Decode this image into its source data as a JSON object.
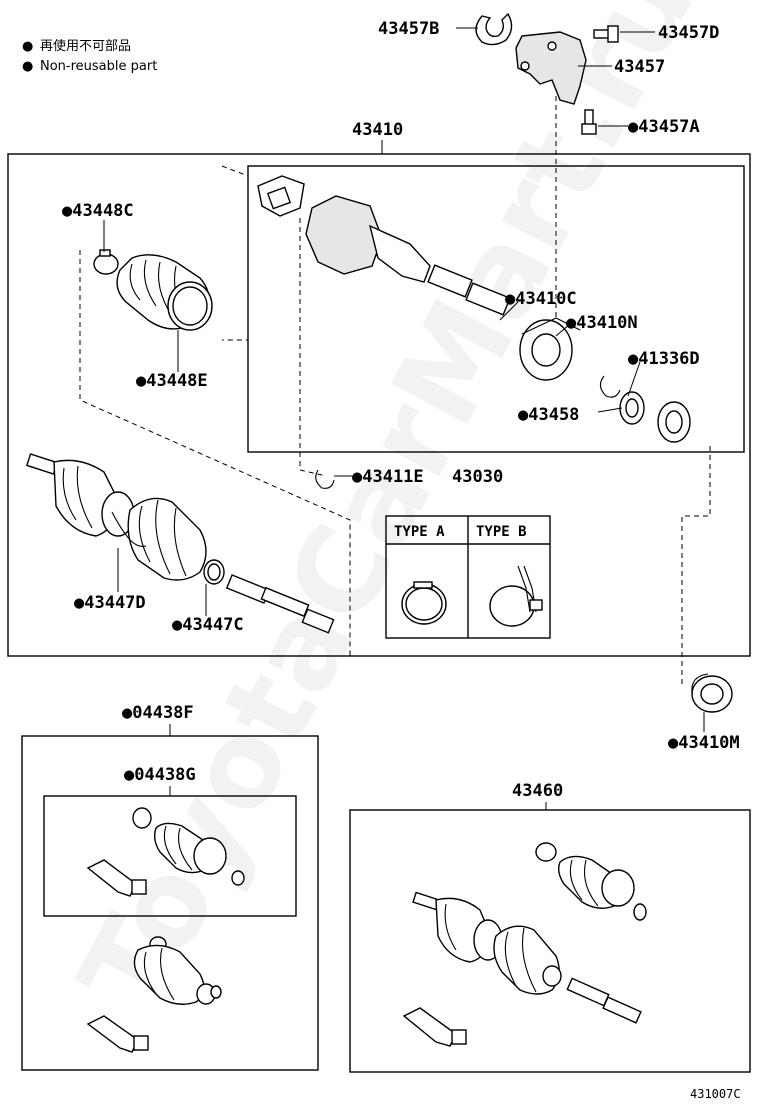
{
  "legend": {
    "bullet": "●",
    "japanese": "再使用不可部品",
    "english": "Non-reusable part"
  },
  "watermark": "ToyotaCarMart.ru",
  "type_box": {
    "type_a": "TYPE  A",
    "type_b": "TYPE  B"
  },
  "labels": {
    "p43457B": "43457B",
    "p43457D": "43457D",
    "p43457": "43457",
    "p43457A": "●43457A",
    "p43410": "43410",
    "p43448C": "●43448C",
    "p43448E": "●43448E",
    "p43410C": "●43410C",
    "p43410N": "●43410N",
    "p41336D": "●41336D",
    "p43458": "●43458",
    "p43411E": "●43411E",
    "p43030": "43030",
    "p43447D": "●43447D",
    "p43447C": "●43447C",
    "p43410M": "●43410M",
    "p04438F": "●04438F",
    "p04438G": "●04438G",
    "p43460": "43460"
  },
  "figure_code": "431007C"
}
